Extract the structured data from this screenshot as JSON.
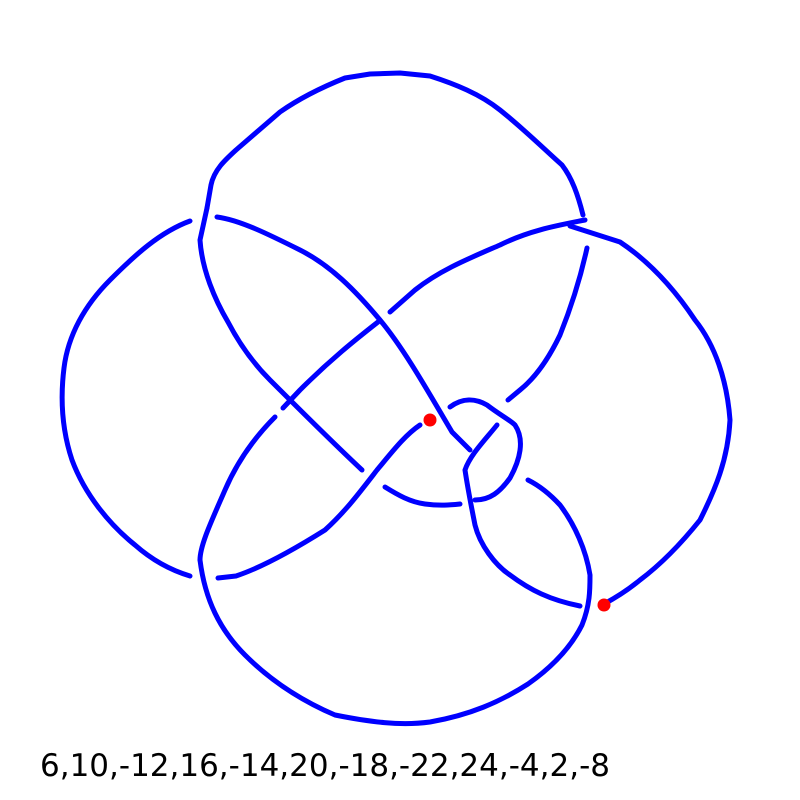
{
  "diagram": {
    "type": "knot-diagram",
    "strand_color": "#0000ff",
    "marker_color": "#ff0000",
    "background_color": "#ffffff",
    "marker_count": 2
  },
  "notation": {
    "text": "6,10,-12,16,-14,20,-18,-22,24,-4,2,-8"
  }
}
